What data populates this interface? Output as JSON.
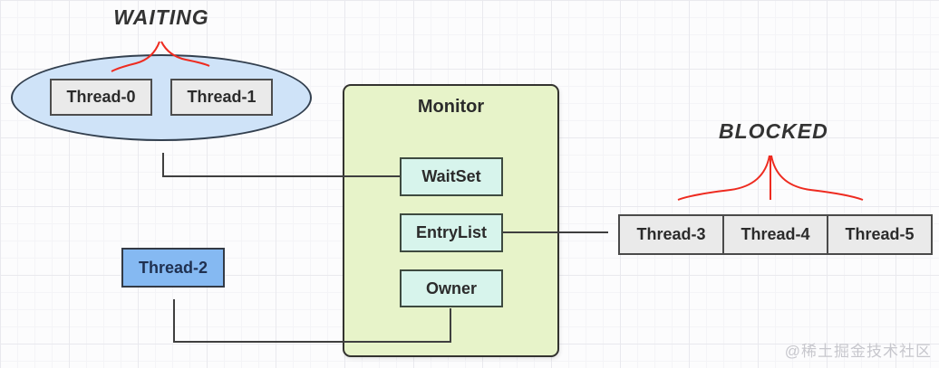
{
  "labels": {
    "waiting": "WAITING",
    "blocked": "BLOCKED"
  },
  "monitor": {
    "title": "Monitor",
    "waitset": "WaitSet",
    "entrylist": "EntryList",
    "owner": "Owner"
  },
  "waiting_threads": [
    "Thread-0",
    "Thread-1"
  ],
  "owner_thread": "Thread-2",
  "blocked_threads": [
    "Thread-3",
    "Thread-4",
    "Thread-5"
  ],
  "watermark": "@稀土掘金技术社区",
  "colors": {
    "waiting_ellipse_fill": "#cfe3f8",
    "monitor_fill": "#e7f3c9",
    "monitor_field_fill": "#d7f4ec",
    "thread_gray_fill": "#eaeaea",
    "owner_thread_fill": "#85b9f2",
    "arrow_red": "#ee2b20",
    "arrow_dark": "#3f3f3f",
    "text_dark": "#2b2b2b"
  }
}
